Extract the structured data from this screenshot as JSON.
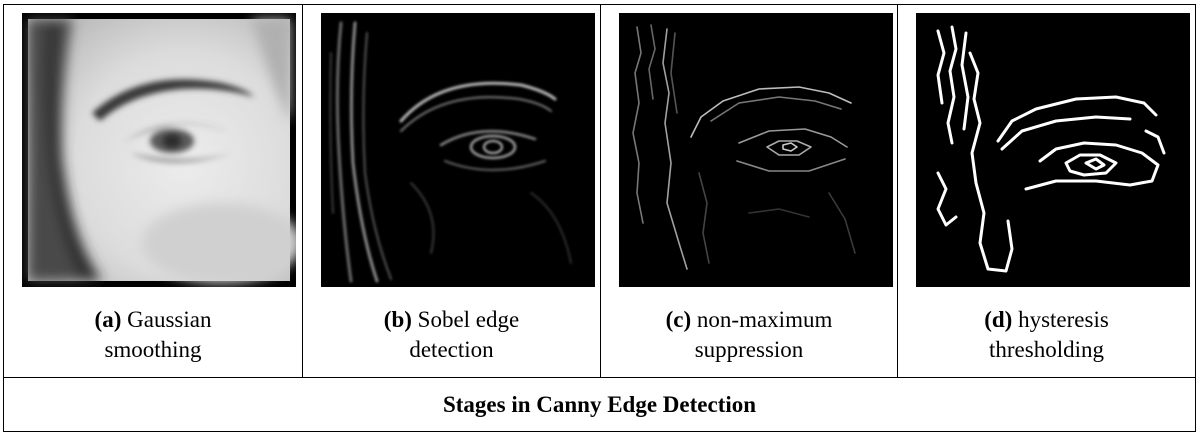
{
  "panels": [
    {
      "tag": "(a)",
      "text": "Gaussian\nsmoothing",
      "image": "blurred-grayscale-eye"
    },
    {
      "tag": "(b)",
      "text": "Sobel edge\ndetection",
      "image": "sobel-gradient-magnitude-eye"
    },
    {
      "tag": "(c)",
      "text": "non-maximum\nsuppression",
      "image": "thinned-edge-eye"
    },
    {
      "tag": "(d)",
      "text": "hysteresis\nthresholding",
      "image": "binary-edge-eye"
    }
  ],
  "caption": "Stages in Canny Edge Detection"
}
